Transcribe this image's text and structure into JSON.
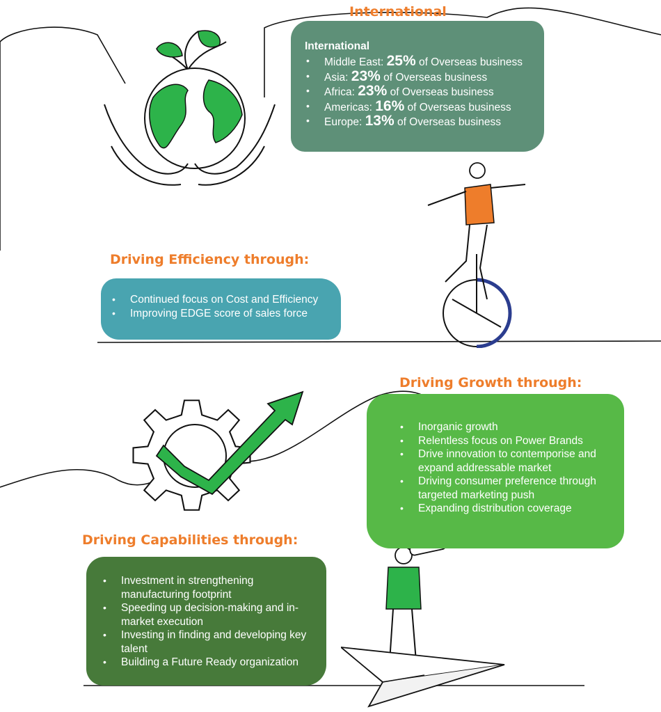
{
  "international": {
    "heading": "International",
    "subheading": "International",
    "items": [
      {
        "prefix": "Middle East: ",
        "value": "25%",
        "suffix": " of Overseas business"
      },
      {
        "prefix": "Asia: ",
        "value": "23%",
        "suffix": " of Overseas business"
      },
      {
        "prefix": "Africa: ",
        "value": "23%",
        "suffix": " of Overseas business"
      },
      {
        "prefix": "Americas: ",
        "value": "16%",
        "suffix": " of Overseas business"
      },
      {
        "prefix": "Europe: ",
        "value": "13%",
        "suffix": " of Overseas business"
      }
    ]
  },
  "efficiency": {
    "heading": "Driving Efficiency through:",
    "items": [
      "Continued focus on Cost and Efficiency",
      "Improving EDGE score of sales force"
    ]
  },
  "growth": {
    "heading": "Driving Growth through:",
    "items": [
      "Inorganic growth",
      "Relentless focus on Power Brands",
      "Drive innovation to contemporise and expand addressable market",
      "Driving consumer preference through targeted marketing push",
      "Expanding distribution coverage"
    ]
  },
  "capabilities": {
    "heading": "Driving Capabilities through:",
    "items": [
      "Investment in strengthening manufacturing footprint",
      "Speeding up decision-making and in-market execution",
      "Investing in finding and developing key talent",
      "Building a Future Ready organization"
    ]
  },
  "colors": {
    "heading": "#ee7d2b",
    "international_panel": "#5e9078",
    "efficiency_panel": "#49a4b0",
    "growth_panel": "#57b947",
    "capabilities_panel": "#477a3a",
    "accent_green": "#2db34a"
  },
  "icons": [
    "globe-in-hands-icon",
    "unicycle-woman-icon",
    "gear-growth-arrow-icon",
    "telescope-man-icon",
    "paper-plane-icon"
  ]
}
